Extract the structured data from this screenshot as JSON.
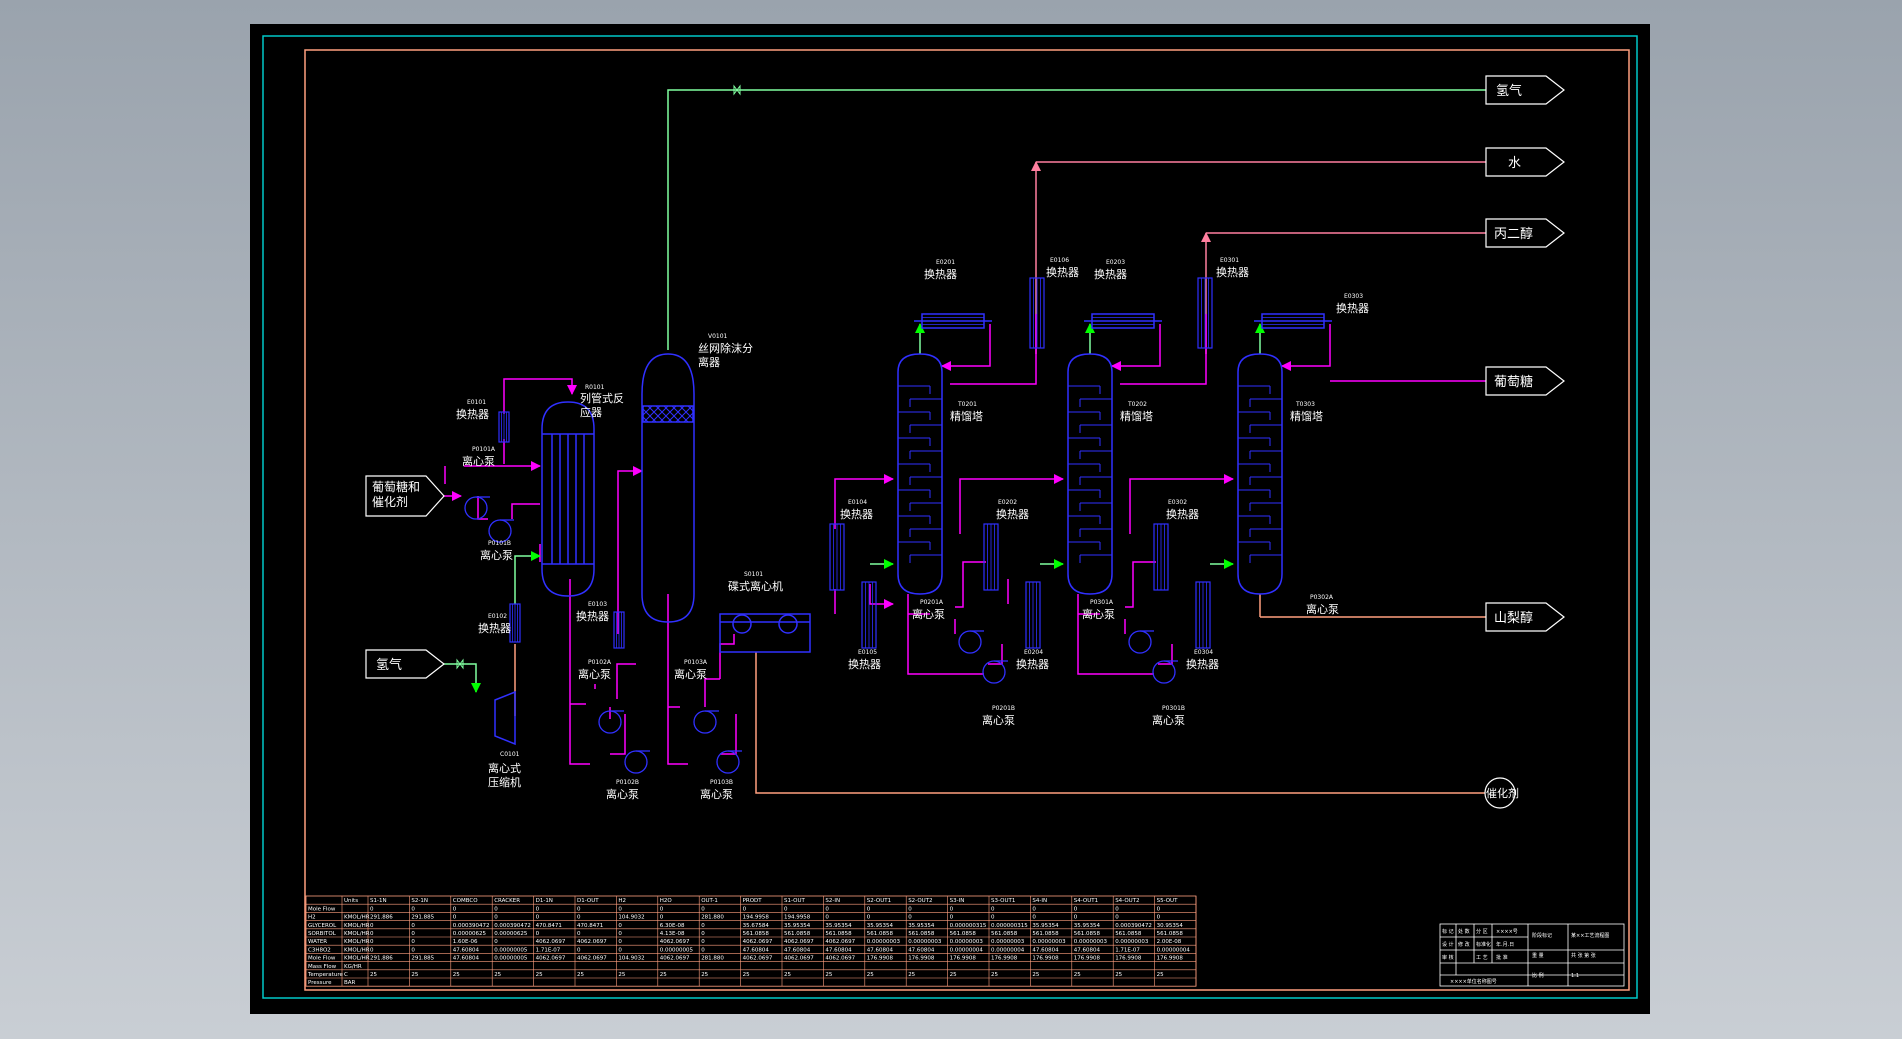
{
  "colors": {
    "frame_outer": "#00c8c8",
    "frame_inner": "#ff9f7f",
    "equipment": "#3030ff",
    "pipe_magenta": "#ff00ff",
    "pipe_green": "#00ff00",
    "pipe_pink": "#ff7f9f",
    "pipe_mint": "#80ffa0",
    "label": "#ffffff",
    "table_line": "#ff9f7f"
  },
  "streams": {
    "hydrogen_out": "氢气",
    "water": "水",
    "propanediol": "丙二醇",
    "glucose": "葡萄糖",
    "sorbitol": "山梨醇",
    "catalyst": "催化剂",
    "feed": "葡萄糖和\n催化剂",
    "hydrogen_in": "氢气"
  },
  "equipment": {
    "hx": "换热器",
    "pump": "离心泵",
    "reactor": "列管式反\n应器",
    "separator": "丝网除沫分\n离器",
    "centrifuge": "碟式离心机",
    "column": "精馏塔",
    "compressor": "离心式\n压缩机"
  },
  "tags": {
    "e0101": "E0101",
    "p0101a": "P0101A",
    "p0101b": "P0101B",
    "e0102": "E0102",
    "c0101": "C0101",
    "r0101": "R0101",
    "e0103": "E0103",
    "p0102a": "P0102A",
    "p0102b": "P0102B",
    "v0101": "V0101",
    "p0103a": "P0103A",
    "p0103b": "P0103B",
    "s0101": "S0101",
    "e0104": "E0104",
    "e0105": "E0105",
    "e0106": "E0106",
    "t0201": "T0201",
    "e0201": "E0201",
    "p0201a": "P0201A",
    "p0201b": "P0201B",
    "e0202": "E0202",
    "e0203": "E0203",
    "e0204": "E0204",
    "t0202": "T0202",
    "e0301": "E0301",
    "e0302": "E0302",
    "p0301a": "P0301A",
    "p0301b": "P0301B",
    "e0303": "E0303",
    "e0304": "E0304",
    "t0303": "T0303",
    "p0302a": "P0302A"
  },
  "title_block": {
    "r1": [
      "标 记",
      "处 数",
      "分 区",
      "××××号"
    ],
    "r2": [
      "设 计",
      "修 改",
      "标准化",
      "年.月.日"
    ],
    "r3": [
      "审 核",
      "",
      "工 艺",
      "批 准"
    ],
    "r4": [
      "××××单位名称图号"
    ],
    "c1": [
      "阶段标记",
      "重 量",
      "比 例"
    ],
    "c2": [
      "某××工艺流程图",
      "共 张  第 张",
      "1:1"
    ]
  },
  "stream_table": {
    "headers": [
      "Units",
      "S1-1N",
      "S2-1N",
      "COMBCO",
      "CRACKER",
      "D1-1N",
      "D1-OUT",
      "H2",
      "H2O",
      "OUT-1",
      "PRODT",
      "S1-OUT",
      "S2-IN",
      "S2-OUT1",
      "S2-OUT2",
      "S3-IN",
      "S3-OUT1",
      "S4-IN",
      "S4-OUT1",
      "S4-OUT2",
      "S5-OUT"
    ],
    "rows": [
      [
        "Mole Flow",
        "",
        "0",
        "0",
        "0",
        "0",
        "0",
        "0",
        "0",
        "0",
        "0",
        "0",
        "0",
        "0",
        "0",
        "0",
        "0",
        "0",
        "0",
        "0",
        "0",
        "0"
      ],
      [
        "H2",
        "KMOL/HR",
        "291.886",
        "291.885",
        "0",
        "0",
        "0",
        "0",
        "104.9032",
        "0",
        "281.880",
        "194.9958",
        "194.9958",
        "0",
        "0",
        "0",
        "0",
        "0",
        "0",
        "0",
        "0",
        "0"
      ],
      [
        "GLYCEROL",
        "KMOL/HR",
        "0",
        "0",
        "0.000390472",
        "0.000390472",
        "470.8471",
        "470.8471",
        "0",
        "6.30E-08",
        "0",
        "35.67584",
        "35.95354",
        "35.95354",
        "35.95354",
        "35.95354",
        "0.000000315",
        "0.000000315",
        "35.95354",
        "35.95354",
        "0.000390472",
        "30.95354"
      ],
      [
        "SORBITOL",
        "KMOL/HR",
        "0",
        "0",
        "0.00000625",
        "0.00000625",
        "0",
        "0",
        "0",
        "4.13E-08",
        "0",
        "561.0858",
        "561.0858",
        "561.0858",
        "561.0858",
        "561.0858",
        "561.0858",
        "561.0858",
        "561.0858",
        "561.0858",
        "561.0858",
        "561.0858"
      ],
      [
        "WATER",
        "KMOL/HR",
        "0",
        "0",
        "1.60E-06",
        "0",
        "4062.0697",
        "4062.0697",
        "0",
        "4062.0697",
        "0",
        "4062.0697",
        "4062.0697",
        "4062.0697",
        "0.00000003",
        "0.00000003",
        "0.00000003",
        "0.00000003",
        "0.00000003",
        "0.00000003",
        "0.00000003",
        "2.00E-08"
      ],
      [
        "C3H8O2",
        "KMOL/HR",
        "0",
        "0",
        "47.60804",
        "0.00000005",
        "1.71E-07",
        "0",
        "0",
        "0.00000005",
        "0",
        "47.60804",
        "47.60804",
        "47.60804",
        "47.60804",
        "47.60804",
        "0.00000004",
        "0.00000004",
        "47.60804",
        "47.60804",
        "1.71E-07",
        "0.00000004"
      ],
      [
        "Mole Flow",
        "KMOL/HR",
        "291.886",
        "291.885",
        "47.60804",
        "0.00000005",
        "4062.0697",
        "4062.0697",
        "104.9032",
        "4062.0697",
        "281.880",
        "4062.0697",
        "4062.0697",
        "4062.0697",
        "176.9908",
        "176.9908",
        "176.9908",
        "176.9908",
        "176.9908",
        "176.9908",
        "176.9908",
        "176.9908"
      ],
      [
        "Mass Flow",
        "KG/HR",
        "",
        "",
        "",
        "",
        "",
        "",
        "",
        "",
        "",
        "",
        "",
        "",
        "",
        "",
        "",
        "",
        "",
        "",
        "",
        ""
      ],
      [
        "Temperature",
        "C",
        "25",
        "25",
        "25",
        "25",
        "25",
        "25",
        "25",
        "25",
        "25",
        "25",
        "25",
        "25",
        "25",
        "25",
        "25",
        "25",
        "25",
        "25",
        "25",
        "25"
      ],
      [
        "Pressure",
        "BAR",
        "",
        "",
        "",
        "",
        "",
        "",
        "",
        "",
        "",
        "",
        "",
        "",
        "",
        "",
        "",
        "",
        "",
        "",
        "",
        ""
      ]
    ]
  }
}
